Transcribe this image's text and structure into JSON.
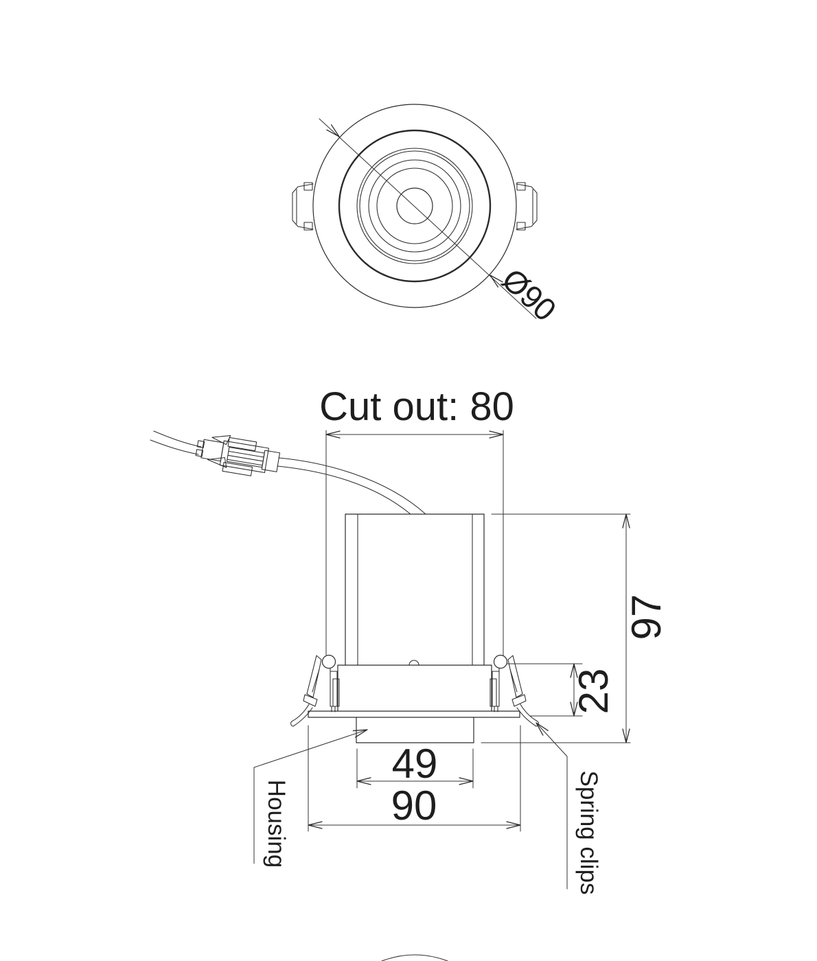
{
  "drawing": {
    "top_view": {
      "diameter_label": "Ø90"
    },
    "side_view": {
      "cutout_label": "Cut out: 80",
      "height_label": "97",
      "recess_depth_label": "23",
      "lens_width_label": "49",
      "body_width_label": "90",
      "housing_label": "Housing",
      "spring_clips_label": "Spring clips"
    },
    "colors": {
      "line": "#2b2b2b",
      "dimension_line": "#333333",
      "text": "#1e1e1e",
      "background": "#ffffff"
    }
  }
}
